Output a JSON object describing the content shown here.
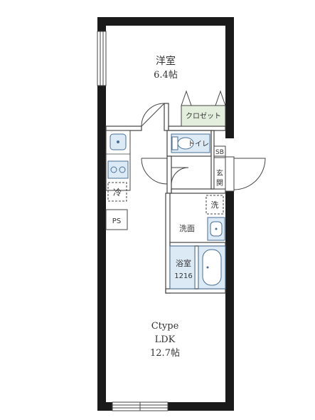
{
  "rooms": {
    "western": {
      "name": "洋室",
      "size": "6.4帖"
    },
    "closet": "クロゼット",
    "toilet": "トイレ",
    "sb": "SB",
    "entrance": "玄関",
    "washer": "洗",
    "washroom": "洗面",
    "bath": {
      "name": "浴室",
      "size": "1216"
    },
    "fridge": "冷",
    "ps": "PS",
    "ldk": {
      "type": "Ctype",
      "name": "LDK",
      "size": "12.7帖"
    }
  },
  "colors": {
    "wall": "#1a1a1a",
    "fixture_fill": "#dceaf6",
    "fixture_stroke": "#4a6f95",
    "closet_fill": "#e3efdc",
    "line": "#444444"
  }
}
